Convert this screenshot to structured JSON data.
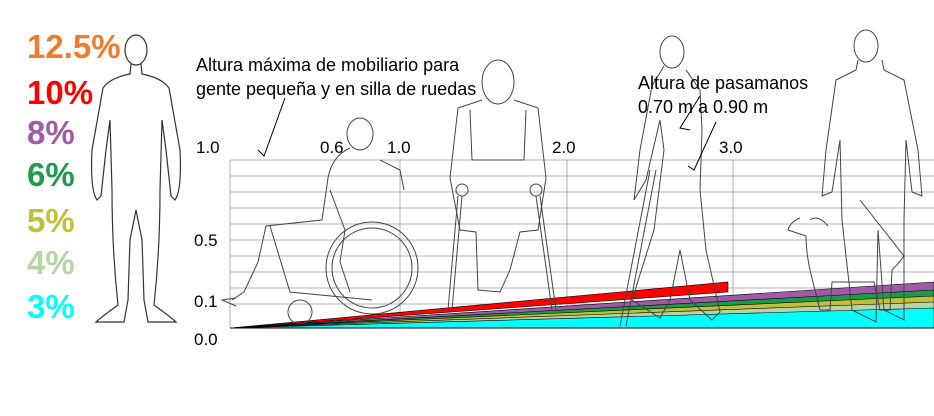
{
  "slopes": [
    {
      "label": "12.5%",
      "color": "#ED7D31"
    },
    {
      "label": "10%",
      "color": "#FF0000"
    },
    {
      "label": "8%",
      "color": "#A05AA8"
    },
    {
      "label": "6%",
      "color": "#1E9A4A"
    },
    {
      "label": "5%",
      "color": "#BFC03A"
    },
    {
      "label": "4%",
      "color": "#B5D5A6"
    },
    {
      "label": "3%",
      "color": "#00FFFF"
    }
  ],
  "annotations": {
    "furniture": [
      "Altura máxima de mobiliario para",
      "gente pequeña y en silla de ruedas"
    ],
    "handrail": [
      "Altura de pasamanos",
      "0.70 m a 0.90 m"
    ]
  },
  "axis": {
    "top_ticks": [
      "1.0",
      "0.6",
      "1.0",
      "2.0",
      "3.0"
    ],
    "left_ticks": [
      "0.5",
      "0.1",
      "0.0"
    ]
  },
  "figures": [
    "person-standing-icon",
    "wheelchair-user-icon",
    "crutches-user-icon",
    "cane-user-icon",
    "person-with-guide-dog-icon"
  ]
}
